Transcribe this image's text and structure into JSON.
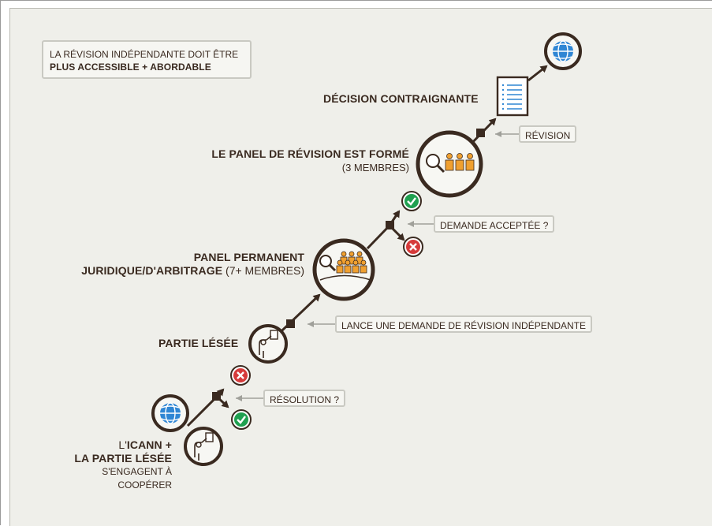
{
  "note": {
    "line1": "LA RÉVISION INDÉPENDANTE DOIT ÊTRE",
    "line2": "PLUS ACCESSIBLE + ABORDABLE"
  },
  "steps": {
    "start": {
      "prefix": "L'",
      "bold1": "ICANN +",
      "bold2": "LA PARTIE LÉSÉE",
      "line3": "S'ENGAGENT À",
      "line4": "COOPÉRER"
    },
    "party": {
      "label": "PARTIE LÉSÉE"
    },
    "panel": {
      "line1": "PANEL PERMANENT",
      "line2_bold": "JURIDIQUE/D'ARBITRAGE",
      "line2_rest": " (7+ MEMBRES)"
    },
    "review_panel": {
      "line1": "LE PANEL DE RÉVISION EST FORMÉ",
      "line2": "(3 MEMBRES)"
    },
    "decision": {
      "label": "DÉCISION CONTRAIGNANTE"
    }
  },
  "callouts": {
    "resolution": "RÉSOLUTION ?",
    "request": "LANCE UNE DEMANDE DE RÉVISION INDÉPENDANTE",
    "accepted": "DEMANDE ACCEPTÉE ?",
    "revision": "RÉVISION"
  },
  "colors": {
    "dark": "#3a2a20",
    "globe": "#2f86d4",
    "people": "#f0a030",
    "ok": "#20a050",
    "ko": "#d63b3b",
    "background": "#efefea"
  },
  "icons": [
    "globe-icon",
    "hand-raise-icon",
    "panel-people-icon",
    "magnifier-icon",
    "document-icon",
    "check-icon",
    "cross-icon"
  ]
}
